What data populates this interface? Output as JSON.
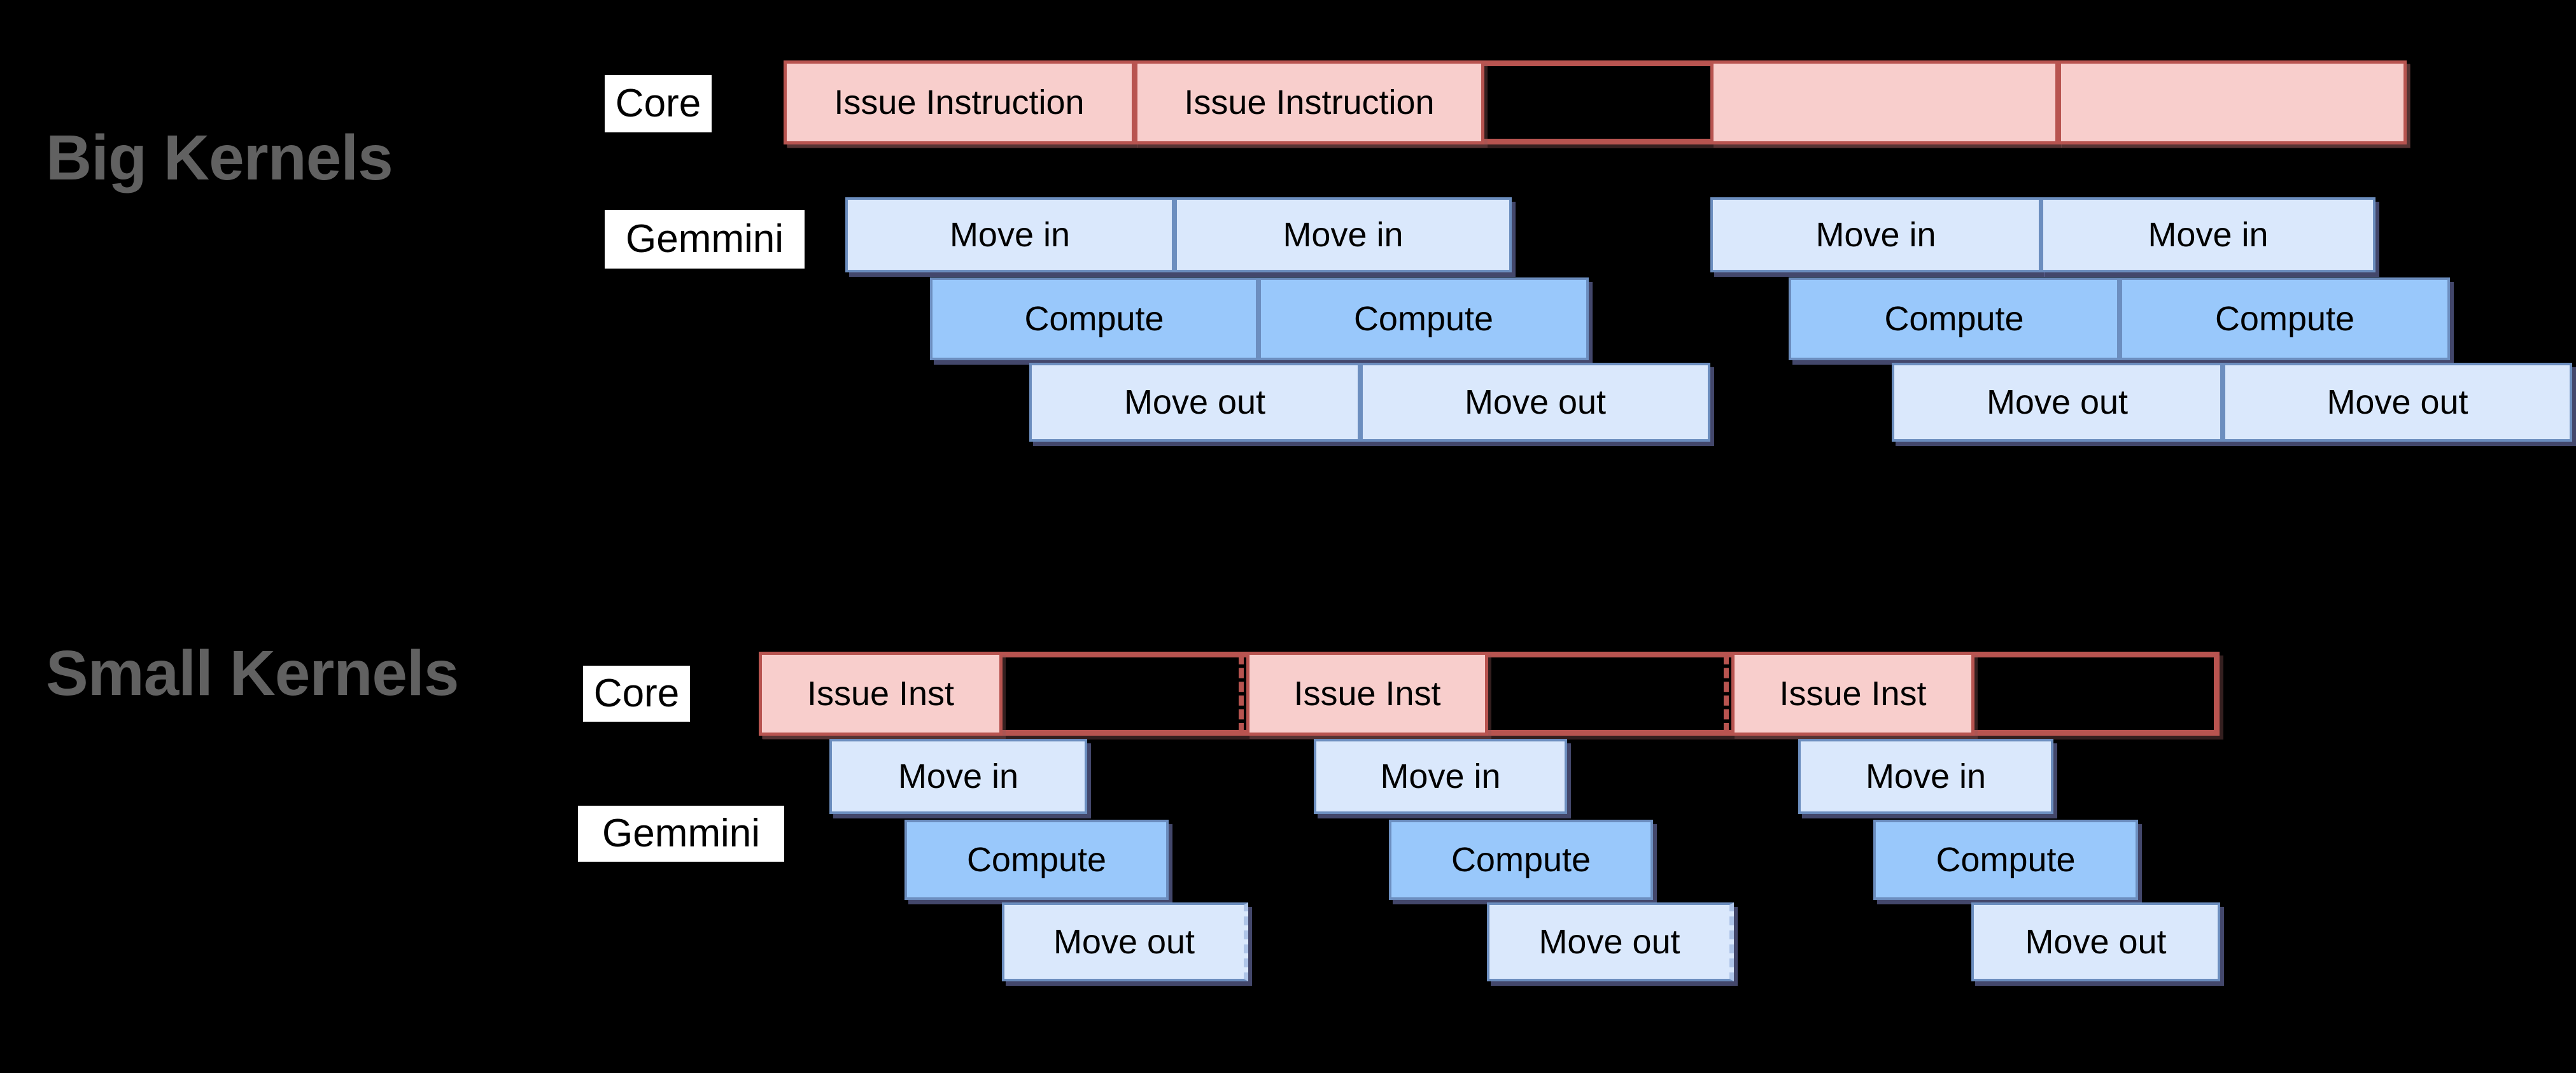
{
  "palette": {
    "background": "#000000",
    "issue_fill": "#f8cecc",
    "issue_stroke": "#b85450",
    "move_fill": "#dae8fc",
    "compute_fill": "#99c8fb",
    "blue_stroke": "#6c8ebf",
    "title_color": "#616161",
    "row_label_bg": "#ffffff",
    "text_color": "#000000"
  },
  "big": {
    "title": "Big Kernels",
    "core_label": "Core",
    "gemmini_label": "Gemmini",
    "core_segments": [
      "Issue Instruction",
      "Issue Instruction",
      "",
      ""
    ],
    "move_in": [
      "Move in",
      "Move in",
      "Move in",
      "Move in"
    ],
    "compute": [
      "Compute",
      "Compute",
      "Compute",
      "Compute"
    ],
    "move_out": [
      "Move out",
      "Move out",
      "Move out",
      "Move out"
    ]
  },
  "small": {
    "title": "Small Kernels",
    "core_label": "Core",
    "gemmini_label": "Gemmini",
    "core_segments": [
      "Issue Inst",
      "Issue Inst",
      "Issue Inst"
    ],
    "move_in": [
      "Move in",
      "Move in",
      "Move in"
    ],
    "compute": [
      "Compute",
      "Compute",
      "Compute"
    ],
    "move_out": [
      "Move out",
      "Move out",
      "Move out"
    ]
  }
}
